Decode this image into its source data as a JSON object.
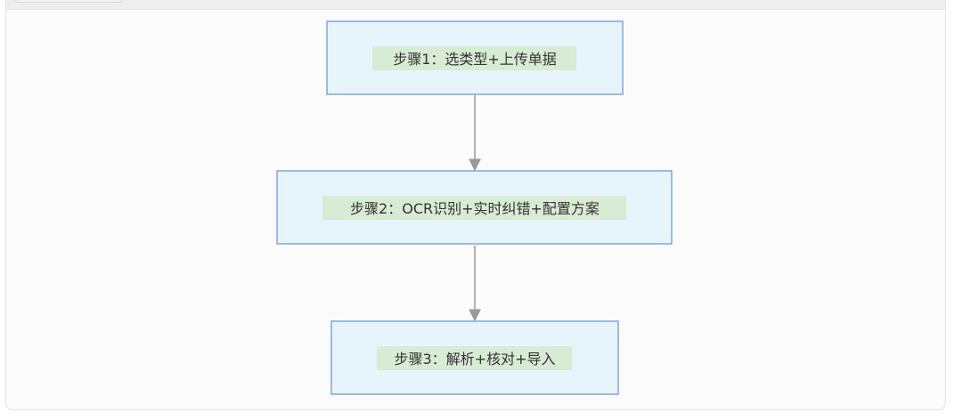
{
  "diagram": {
    "colors": {
      "node_fill": "#e8f4fc",
      "node_stroke": "#7ea6e0",
      "label_bg": "#d8ebd4",
      "edge": "#999999",
      "text": "#333333"
    },
    "nodes": [
      {
        "id": "step1",
        "label": "步骤1：选类型+上传单据"
      },
      {
        "id": "step2",
        "label": "步骤2：OCR识别+实时纠错+配置方案"
      },
      {
        "id": "step3",
        "label": "步骤3：解析+核对+导入"
      }
    ],
    "edges": [
      {
        "from": "step1",
        "to": "step2"
      },
      {
        "from": "step2",
        "to": "step3"
      }
    ]
  }
}
